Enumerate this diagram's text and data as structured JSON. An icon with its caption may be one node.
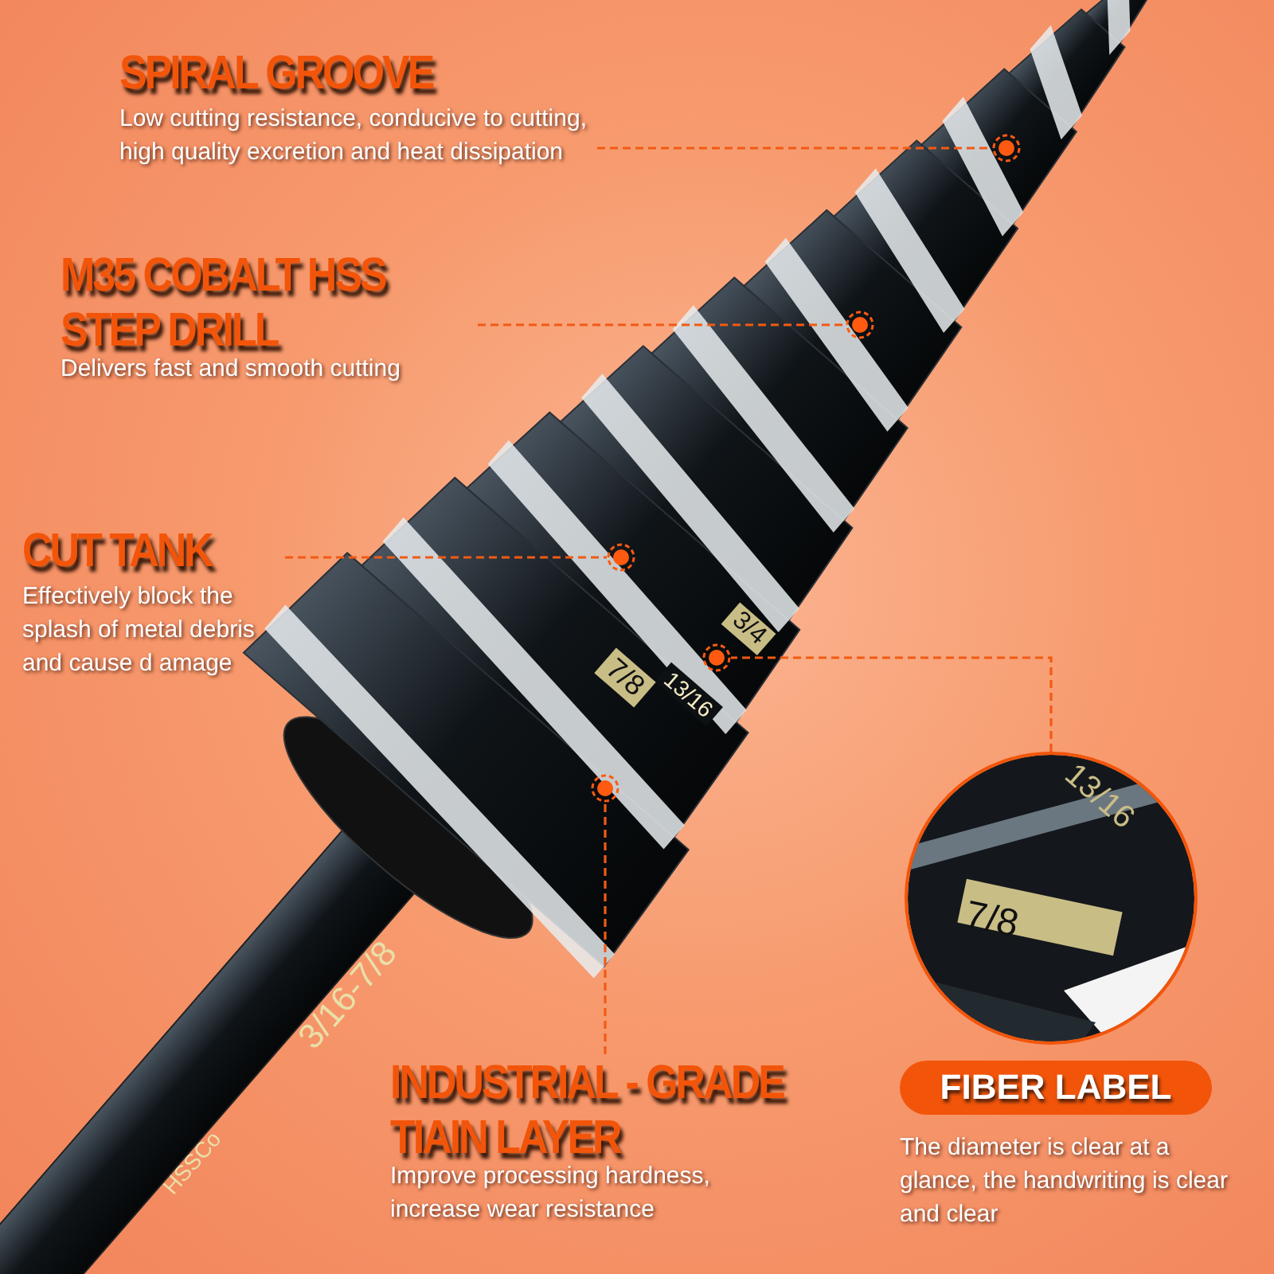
{
  "diagram": {
    "nodes": [
      {
        "text": [
          "SPIRAL GROOVE",
          "Low cutting resistance, conducive to cutting, high quality excretion and heat dissipation"
        ]
      },
      {
        "text": [],
        "shape": "circle"
      },
      {
        "text": [
          "M35 COBALT HSS STEP DRILL",
          "Delivers fast and smooth cutting"
        ]
      },
      {
        "text": [],
        "shape": "circle"
      },
      {
        "text": [
          "CUT TANK",
          "Effectively block the splash of metal debris and cause d amage"
        ]
      },
      {
        "text": [],
        "shape": "circle"
      },
      {
        "text": [],
        "shape": "circle"
      },
      {
        "text": [
          "INDUSTRIAL - GRADE TIAIN LAYER",
          "Improve processing hardness, increase wear resistance"
        ]
      },
      {
        "text": [],
        "shape": "circle"
      },
      {
        "text": [],
        "shape": "picture"
      },
      {
        "text": [
          "FIBER LABEL",
          "The diameter is clear at a glance, the handwriting is clear and clear"
        ]
      }
    ],
    "edges": [
      {
        "from": 0,
        "to": 1,
        "arrow": "none",
        "style": "dashed"
      },
      {
        "from": 2,
        "to": 3,
        "arrow": "none",
        "style": "dashed"
      },
      {
        "from": 4,
        "to": 5,
        "arrow": "none",
        "style": "dashed"
      },
      {
        "from": 7,
        "to": 6,
        "arrow": "none",
        "style": "dashed"
      },
      {
        "from": 9,
        "to": 8,
        "arrow": "none",
        "style": "dashed"
      }
    ],
    "labels": [
      "3/4",
      "13/16",
      "7/8",
      "13/16",
      "7/8",
      "3/16-7/8",
      "HSSCo"
    ]
  }
}
